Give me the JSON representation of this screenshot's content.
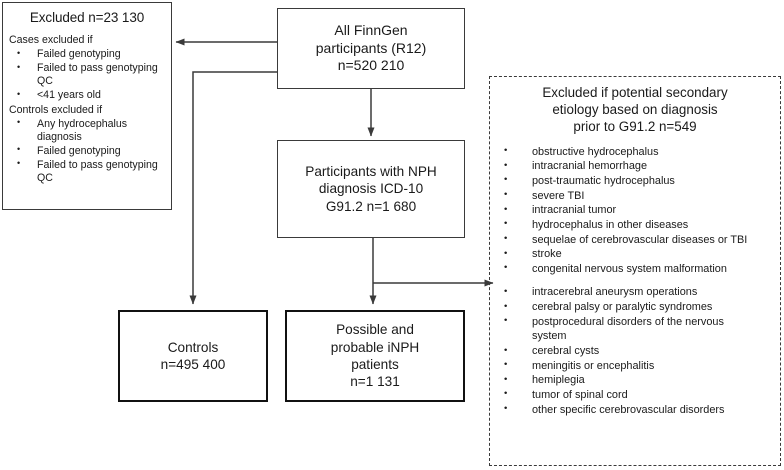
{
  "excluded_box": {
    "title": "Excluded n=23 130",
    "cases_heading": "Cases excluded if",
    "cases_items": [
      "Failed genotyping",
      "Failed to pass genotyping QC",
      "<41 years old"
    ],
    "controls_heading": "Controls excluded if",
    "controls_items": [
      "Any hydrocephalus diagnosis",
      "Failed genotyping",
      "Failed to pass genotyping QC"
    ]
  },
  "finngen_box": {
    "line1": "All FinnGen",
    "line2": "participants (R12)",
    "line3": "n=520 210"
  },
  "nph_box": {
    "line1": "Participants with NPH",
    "line2": "diagnosis ICD-10",
    "line3": "G91.2 n=1 680"
  },
  "controls_box": {
    "line1": "Controls",
    "line2": "n=495 400"
  },
  "inph_box": {
    "line1": "Possible and",
    "line2": "probable iNPH",
    "line3": "patients",
    "line4": "n=1 131"
  },
  "secondary_box": {
    "title_line1": "Excluded if potential secondary",
    "title_line2": "etiology based on diagnosis",
    "title_line3": "prior to G91.2 n=549",
    "items": [
      "obstructive hydrocephalus",
      "intracranial hemorrhage",
      "post-traumatic hydrocephalus",
      "severe TBI",
      "intracranial tumor",
      "hydrocephalus in other diseases",
      "sequelae of cerebrovascular diseases or TBI",
      "stroke",
      "congenital nervous system malformation",
      "intracerebral aneurysm operations",
      "cerebral palsy or paralytic syndromes",
      "postprocedural disorders of the nervous",
      "system",
      "cerebral cysts",
      "meningitis or encephalitis",
      "hemiplegia",
      "tumor of spinal cord",
      "other specific cerebrovascular disorders"
    ]
  },
  "colors": {
    "line": "#3a3a3a",
    "box_border": "#3a3a3a",
    "thick_border": "#111111",
    "text": "#1a1a1a",
    "background": "#ffffff"
  }
}
